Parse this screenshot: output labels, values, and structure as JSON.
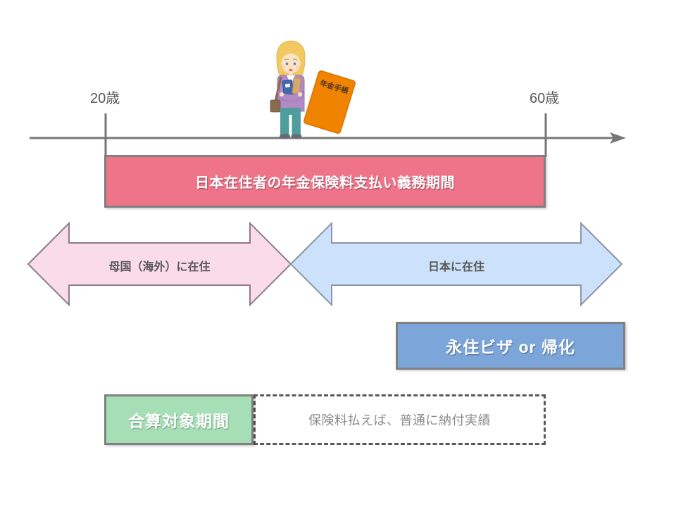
{
  "colors": {
    "timeline": "#767676",
    "obligation_fill": "#EF7489",
    "overseas_arrow_fill": "#FADCE9",
    "overseas_arrow_stroke": "#8E7C89",
    "japan_arrow_fill": "#CBE2FA",
    "japan_arrow_stroke": "#8B95A3",
    "visa_fill": "#7CA5D9",
    "totalization_fill": "#A6DEB6",
    "box_border": "#808080",
    "gray_text": "#595959",
    "handbook_fill": "#F08300"
  },
  "timeline": {
    "start_label": "20歳",
    "end_label": "60歳"
  },
  "obligation_box": {
    "label": "日本在住者の年金保険料支払い義務期間"
  },
  "residence_arrows": {
    "overseas": {
      "label": "母国（海外）に在住"
    },
    "japan": {
      "label": "日本に在住"
    }
  },
  "visa_box": {
    "label": "永住ビザ or 帰化"
  },
  "totalization_box": {
    "label": "合算対象期間"
  },
  "note_box": {
    "label": "保険料払えば、普通に納付実績"
  },
  "illustration": {
    "book_label": "年金手帳"
  }
}
